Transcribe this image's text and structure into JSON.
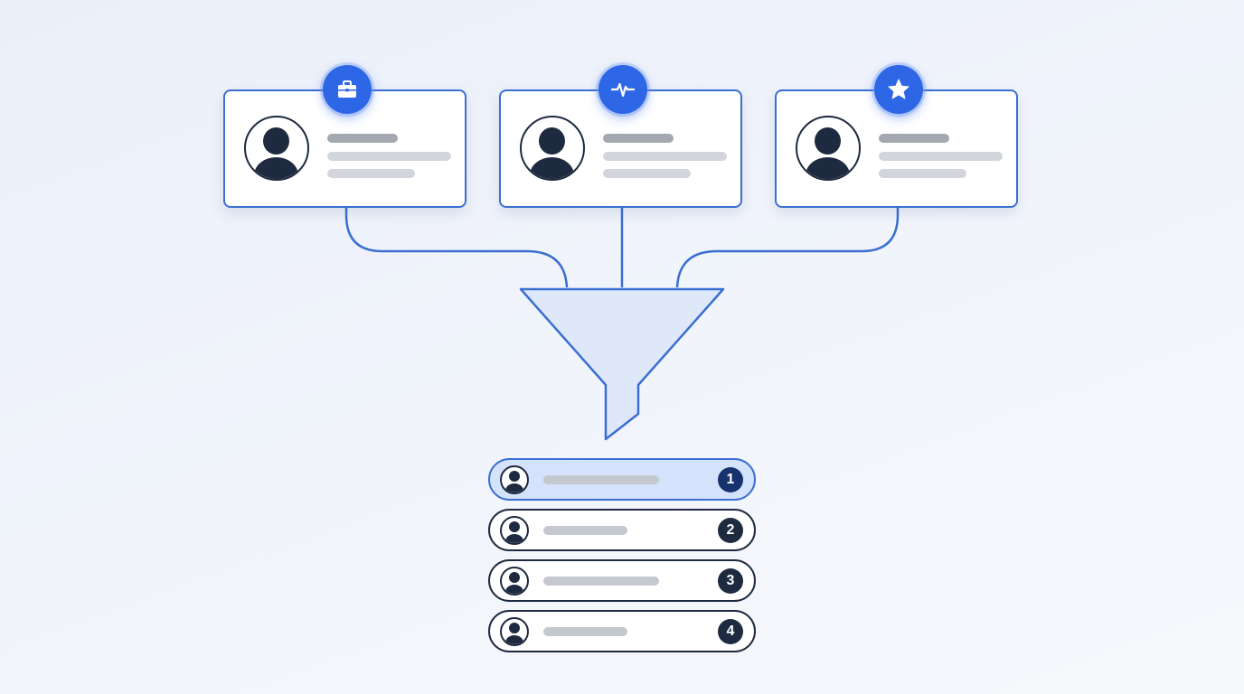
{
  "colors": {
    "accent": "#2e67e6",
    "outline": "#3a6fd1",
    "dark": "#1e2a3f",
    "funnel_fill": "#dfe8f9",
    "highlight_fill": "#d4e2fb",
    "rank_highlight": "#17336e"
  },
  "profile_cards": [
    {
      "badge_icon": "briefcase-icon",
      "avatar_icon": "user-avatar-icon"
    },
    {
      "badge_icon": "pulse-icon",
      "avatar_icon": "user-avatar-icon"
    },
    {
      "badge_icon": "star-icon",
      "avatar_icon": "user-avatar-icon"
    }
  ],
  "funnel": {
    "icon": "funnel-icon"
  },
  "ranked_list": [
    {
      "rank": "1",
      "highlighted": true
    },
    {
      "rank": "2",
      "highlighted": false
    },
    {
      "rank": "3",
      "highlighted": false
    },
    {
      "rank": "4",
      "highlighted": false
    }
  ]
}
